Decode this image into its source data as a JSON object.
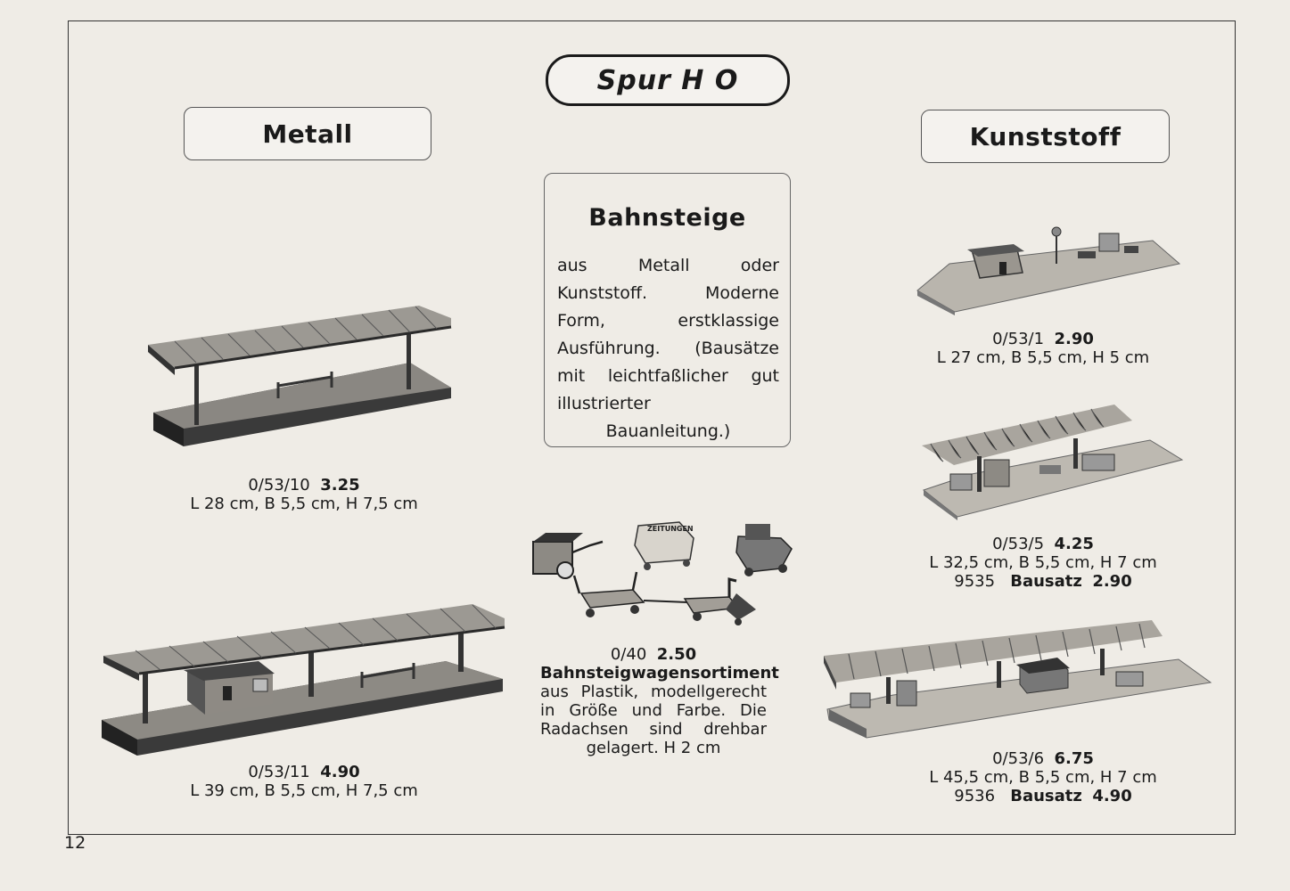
{
  "header": {
    "title": "Spur H O"
  },
  "sections": {
    "left_label": "Metall",
    "right_label": "Kunststoff"
  },
  "description": {
    "title": "Bahnsteige",
    "text": "aus Metall oder Kunststoff. Moderne Form, erstklassige Ausführung. (Bausätze mit leichtfaßlicher gut illustrierter Bauanleitung.)"
  },
  "products": [
    {
      "nr": "0/53/10",
      "price": "3.25",
      "dims": "L 28 cm, B 5,5 cm, H 7,5 cm"
    },
    {
      "nr": "0/53/11",
      "price": "4.90",
      "dims": "L 39 cm, B 5,5 cm, H 7,5 cm"
    },
    {
      "nr": "0/40",
      "price": "2.50",
      "name": "Bahnsteigwagensortiment",
      "desc": "aus Plastik, modellgerecht in Größe und Farbe. Die Radachsen sind drehbar gelagert. H 2 cm",
      "sign": "ZEITUNGEN"
    },
    {
      "nr": "0/53/1",
      "price": "2.90",
      "dims": "L 27 cm, B 5,5 cm, H 5 cm"
    },
    {
      "nr": "0/53/5",
      "price": "4.25",
      "dims": "L 32,5 cm, B 5,5 cm, H 7 cm",
      "kit_nr": "9535",
      "kit_label": "Bausatz",
      "kit_price": "2.90"
    },
    {
      "nr": "0/53/6",
      "price": "6.75",
      "dims": "L 45,5 cm, B 5,5 cm, H 7 cm",
      "kit_nr": "9536",
      "kit_label": "Bausatz",
      "kit_price": "4.90"
    }
  ],
  "page_number": "12"
}
